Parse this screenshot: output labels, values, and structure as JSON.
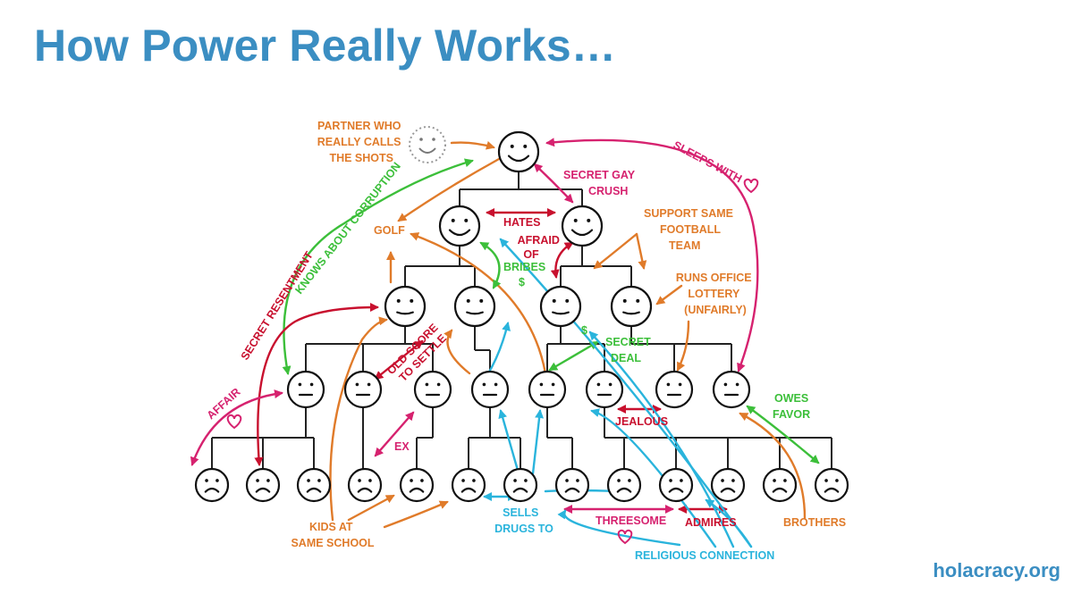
{
  "title": "How Power Really Works…",
  "brand": "holacracy.org",
  "colors": {
    "title": "#3b8ec2",
    "orange": "#e07b2a",
    "magenta": "#d6226f",
    "red": "#c8102e",
    "green": "#3cbf3a",
    "blue": "#2ab4dc"
  },
  "labels": {
    "partner": [
      "PARTNER WHO",
      "REALLY CALLS",
      "THE SHOTS"
    ],
    "secret_gay_crush": [
      "SECRET GAY",
      "CRUSH"
    ],
    "sleeps_with": "SLEEPS WITH",
    "hates": "HATES",
    "support_same": [
      "SUPPORT SAME",
      "FOOTBALL",
      "TEAM"
    ],
    "golf": "GOLF",
    "knows_corruption": "KNOWS ABOUT CORRUPTION",
    "afraid_of": [
      "AFRAID",
      "OF"
    ],
    "bribes": "BRIBES",
    "dollar": "$",
    "runs_lottery": [
      "RUNS OFFICE",
      "LOTTERY",
      "(UNFAIRLY)"
    ],
    "secret_resentment": "SECRET RESENTMENT",
    "old_score": [
      "OLD SCORE",
      "TO SETTLE"
    ],
    "secret_deal": [
      "SECRET",
      "DEAL"
    ],
    "affair": "AFFAIR",
    "owes_favor": [
      "OWES",
      "FAVOR"
    ],
    "jealous": "JEALOUS",
    "ex": "EX",
    "kids_school": [
      "KIDS AT",
      "SAME SCHOOL"
    ],
    "sells_drugs": [
      "SELLS",
      "DRUGS TO"
    ],
    "threesome": "THREESOME",
    "admires": "ADMIRES",
    "brothers": "BROTHERS",
    "religious": "RELIGIOUS CONNECTION"
  }
}
